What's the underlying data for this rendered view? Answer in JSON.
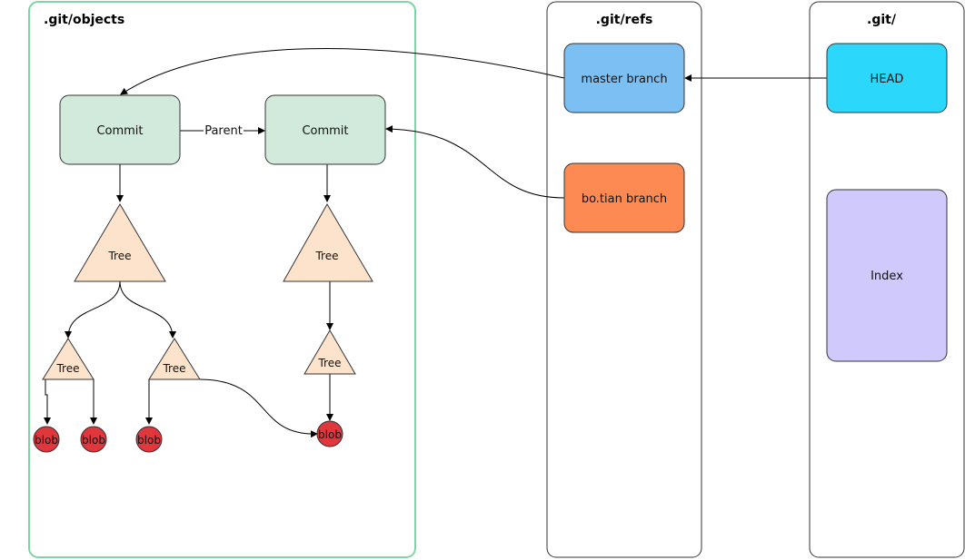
{
  "containers": {
    "objects_title": ".git/objects",
    "refs_title": ".git/refs",
    "git_title": ".git/"
  },
  "commits": [
    {
      "label": "Commit"
    },
    {
      "label": "Commit"
    }
  ],
  "parent_label": "Parent",
  "trees": [
    {
      "label": "Tree"
    },
    {
      "label": "Tree"
    },
    {
      "label": "Tree"
    },
    {
      "label": "Tree"
    },
    {
      "label": "Tree"
    }
  ],
  "blobs": [
    {
      "label": "blob"
    },
    {
      "label": "blob"
    },
    {
      "label": "blob"
    },
    {
      "label": "blob"
    }
  ],
  "refs": {
    "master": "master branch",
    "botian": "bo.tian branch"
  },
  "git": {
    "head": "HEAD",
    "index": "Index"
  },
  "colors": {
    "objects_border": "#7fd4a0",
    "commit_fill": "#d2eadb",
    "tree_fill": "#fde3cb",
    "blob_fill": "#e0363c",
    "master_fill": "#7bbff3",
    "botian_fill": "#fd8a52",
    "head_fill": "#2bd8fc",
    "index_fill": "#d0cafc"
  }
}
